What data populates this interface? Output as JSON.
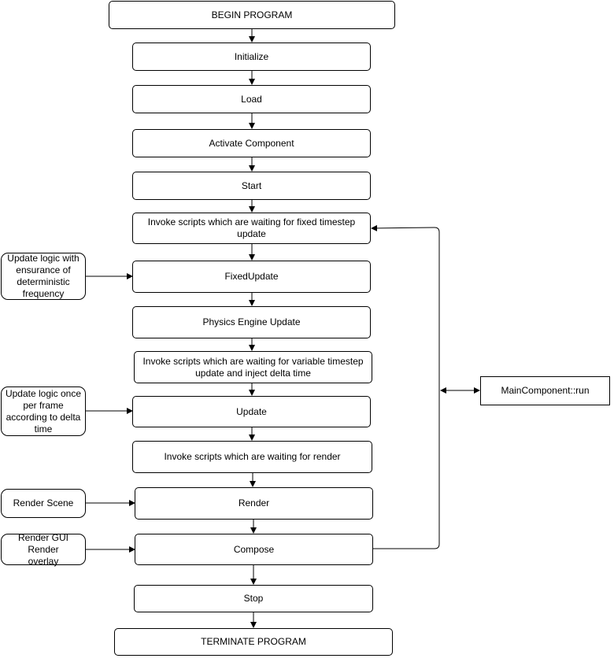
{
  "nodes": {
    "begin": "BEGIN PROGRAM",
    "initialize": "Initialize",
    "load": "Load",
    "activate": "Activate Component",
    "start": "Start",
    "invoke_fixed": "Invoke scripts which are waiting for fixed timestep update",
    "fixed_update": "FixedUpdate",
    "physics": "Physics Engine Update",
    "invoke_variable": "Invoke scripts which are waiting for variable timestep update and inject delta time",
    "update": "Update",
    "invoke_render": "Invoke scripts which are waiting for render",
    "render": "Render",
    "compose": "Compose",
    "stop": "Stop",
    "terminate": "TERMINATE PROGRAM"
  },
  "side_notes": {
    "fixed_note": "Update logic with ensurance of deterministic frequency",
    "update_note": "Update logic once per frame according to delta time",
    "render_note": "Render Scene",
    "compose_note": "Render GUI Render overlay"
  },
  "main_component": "MainComponent::run"
}
